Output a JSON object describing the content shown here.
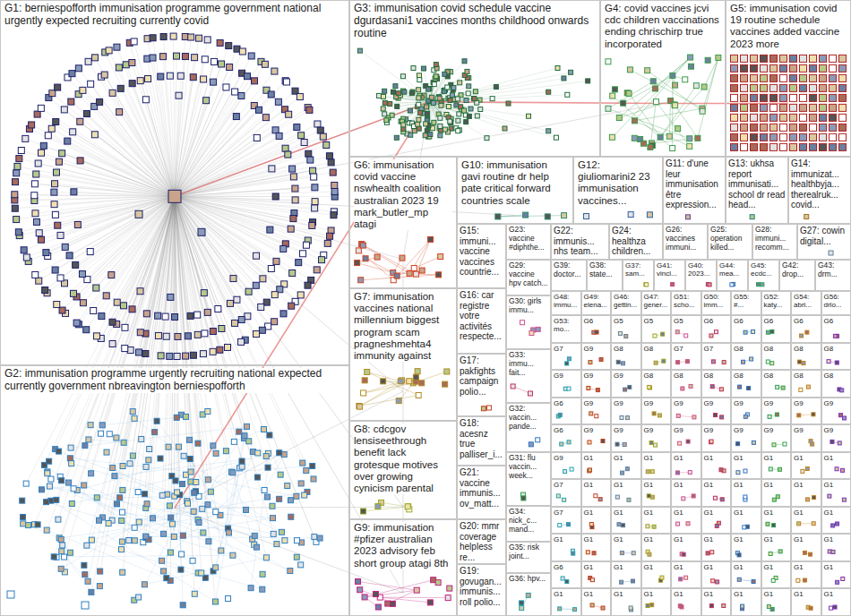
{
  "diagram": {
    "nodes": [
      {
        "text": [
          "G1: berniespofforth immunisation programme government national urgently expected recruiting currently covid"
        ]
      },
      {
        "text": [
          "G2: immunisation programme urgently recruiting national expected currently government nbreavington berniespofforth"
        ]
      },
      {
        "text": [
          "G3: immunisation covid schedule vaccine dgurdasani1 vaccines months childhood onwards routine"
        ]
      },
      {
        "text": [
          "G4: covid vaccines jcvi cdc children vaccinations ending chrischirp true incorporated"
        ]
      },
      {
        "text": [
          "G5: immunisation covid 19 routine schedule vaccines added vaccine 2023 more"
        ]
      },
      {
        "text": [
          "G6: immunisation covid vaccine nswhealth coalition australian 2023 19 mark_butler_mp atagi"
        ]
      },
      {
        "text": [
          "G10: immunisation gavi routine dr help pate critical forward countries scale"
        ]
      },
      {
        "text": [
          "G12: giuliomarini2 23 immunisation vaccines..."
        ]
      },
      {
        "text": [
          "G11: d'une leur immunisation être expression..."
        ]
      },
      {
        "text": [
          "G13: ukhsa report immunisati... school dr read head..."
        ]
      },
      {
        "text": [
          "G14: immunizat... healthbyja... therealruk... covid..."
        ]
      },
      {
        "text": [
          "G7: immunisation vaccines national millennium biggest program scam pragneshmehta4 immunity against"
        ]
      },
      {
        "text": [
          "G8: cdcgov lensiseethrough benefit lack grotesque motives over growing cynicism parental"
        ]
      },
      {
        "text": [
          "G9: immunisation #pfizer australian 2023 advisory feb short group atagi 8th"
        ]
      },
      {
        "text": [
          "G15: immuni... vaccine vaccines countrie..."
        ]
      },
      {
        "text": [
          "G16: car registre votre activités respecte..."
        ]
      },
      {
        "text": [
          "G17: pakfights campaign polio..."
        ]
      },
      {
        "text": [
          "G18: acesnz true palliser_i..."
        ]
      },
      {
        "text": [
          "G21: vaccine immunis... ov_matt..."
        ]
      },
      {
        "text": [
          "G20: mmr coverage helpless re..."
        ]
      },
      {
        "text": [
          "G19: govugan... immunis... roll polio..."
        ]
      },
      {
        "text": [
          "G23: vaccine #diphthe..."
        ]
      },
      {
        "text": [
          "G22: immunis... nhs team..."
        ]
      },
      {
        "text": [
          "G24: healthza children..."
        ]
      },
      {
        "text": [
          "G26: vaccines immuni..."
        ]
      },
      {
        "text": [
          "G25: operation killed..."
        ]
      },
      {
        "text": [
          "G28: immuni... recomm..."
        ]
      },
      {
        "text": [
          "G27: cowin digital..."
        ]
      },
      {
        "text": [
          "G29: vaccine hpv catch..."
        ]
      },
      {
        "text": [
          "G30: girls immu..."
        ]
      },
      {
        "text": [
          "G33: immu... fait..."
        ]
      },
      {
        "text": [
          "G32: vaccin... pande..."
        ]
      },
      {
        "text": [
          "G31: flu vaccin... week..."
        ]
      },
      {
        "text": [
          "G34: nick_c... mand..."
        ]
      },
      {
        "text": [
          "G35: risk joint..."
        ]
      },
      {
        "text": [
          "G36: hpv..."
        ]
      },
      {
        "text": [
          "G39: doctor..."
        ]
      },
      {
        "text": [
          "G38: state..."
        ]
      },
      {
        "text": [
          "G37: sam..."
        ]
      },
      {
        "text": [
          "G41: vincl..."
        ]
      },
      {
        "text": [
          "G40: 2023..."
        ]
      },
      {
        "text": [
          "G44: mea..."
        ]
      },
      {
        "text": [
          "G45: ecdc..."
        ]
      },
      {
        "text": [
          "G42: drop..."
        ]
      },
      {
        "text": [
          "G43: drm..."
        ]
      },
      {
        "text": [
          "G48: immu..."
        ]
      },
      {
        "text": [
          "G49: elena..."
        ]
      },
      {
        "text": [
          "G46: gettin..."
        ]
      },
      {
        "text": [
          "G47: gener..."
        ]
      },
      {
        "text": [
          "G51: scho..."
        ]
      },
      {
        "text": [
          "G50: imm..."
        ]
      },
      {
        "text": [
          "G55: #..."
        ]
      },
      {
        "text": [
          "G52: katy..."
        ]
      },
      {
        "text": [
          "G54: abri..."
        ]
      },
      {
        "text": [
          "G56: drlo..."
        ]
      },
      {
        "text": [
          "G53: mo..."
        ]
      },
      {
        "text": [
          "G6"
        ]
      },
      {
        "text": [
          "G5"
        ]
      },
      {
        "text": [
          "G5"
        ]
      },
      {
        "text": [
          "G5"
        ]
      },
      {
        "text": [
          "G6"
        ]
      },
      {
        "text": [
          "G6"
        ]
      },
      {
        "text": [
          "G6"
        ]
      },
      {
        "text": [
          "G6"
        ]
      },
      {
        "text": [
          "G6"
        ]
      },
      {
        "text": [
          "G7"
        ]
      },
      {
        "text": [
          "G9"
        ]
      },
      {
        "text": [
          "G8"
        ]
      },
      {
        "text": [
          "G8"
        ]
      },
      {
        "text": [
          "G7"
        ]
      },
      {
        "text": [
          "G7"
        ]
      },
      {
        "text": [
          "G8"
        ]
      },
      {
        "text": [
          "G8"
        ]
      },
      {
        "text": [
          "G8"
        ]
      },
      {
        "text": [
          "G8"
        ]
      },
      {
        "text": [
          "G9"
        ]
      },
      {
        "text": [
          "G9"
        ]
      },
      {
        "text": [
          "G9"
        ]
      },
      {
        "text": [
          "G8"
        ]
      },
      {
        "text": [
          "G8"
        ]
      },
      {
        "text": [
          "G8"
        ]
      },
      {
        "text": [
          "G8"
        ]
      },
      {
        "text": [
          "G8"
        ]
      },
      {
        "text": [
          "G8"
        ]
      },
      {
        "text": [
          "G8"
        ]
      },
      {
        "text": [
          "G6"
        ]
      },
      {
        "text": [
          "G9"
        ]
      },
      {
        "text": [
          "G9"
        ]
      },
      {
        "text": [
          "G9"
        ]
      },
      {
        "text": [
          "G9"
        ]
      },
      {
        "text": [
          "G9"
        ]
      },
      {
        "text": [
          "G9"
        ]
      },
      {
        "text": [
          "G9"
        ]
      },
      {
        "text": [
          "G9"
        ]
      },
      {
        "text": [
          "G9"
        ]
      },
      {
        "text": [
          "G6"
        ]
      },
      {
        "text": [
          "G9"
        ]
      },
      {
        "text": [
          "G9"
        ]
      },
      {
        "text": [
          "G9"
        ]
      },
      {
        "text": [
          "G9"
        ]
      },
      {
        "text": [
          "G9"
        ]
      },
      {
        "text": [
          "G9"
        ]
      },
      {
        "text": [
          "G9"
        ]
      },
      {
        "text": [
          "G9"
        ]
      },
      {
        "text": [
          "G9"
        ]
      },
      {
        "text": [
          "G9"
        ]
      },
      {
        "text": [
          "G1"
        ]
      },
      {
        "text": [
          "G1"
        ]
      },
      {
        "text": [
          "G1"
        ]
      },
      {
        "text": [
          "G1"
        ]
      },
      {
        "text": [
          "G1"
        ]
      },
      {
        "text": [
          "G1"
        ]
      },
      {
        "text": [
          "G1"
        ]
      },
      {
        "text": [
          "G1"
        ]
      },
      {
        "text": [
          "G1"
        ]
      },
      {
        "text": [
          "G7"
        ]
      },
      {
        "text": [
          "G1"
        ]
      },
      {
        "text": [
          "G1"
        ]
      },
      {
        "text": [
          "G1"
        ]
      },
      {
        "text": [
          "G1"
        ]
      },
      {
        "text": [
          "G1"
        ]
      },
      {
        "text": [
          "G1"
        ]
      },
      {
        "text": [
          "G1"
        ]
      },
      {
        "text": [
          "G1"
        ]
      },
      {
        "text": [
          "G1"
        ]
      },
      {
        "text": [
          "G7"
        ]
      },
      {
        "text": [
          "G1"
        ]
      },
      {
        "text": [
          "G1"
        ]
      },
      {
        "text": [
          "G1"
        ]
      },
      {
        "text": [
          "G1"
        ]
      },
      {
        "text": [
          "G1"
        ]
      },
      {
        "text": [
          "G1"
        ]
      },
      {
        "text": [
          "G1"
        ]
      },
      {
        "text": [
          "G1"
        ]
      },
      {
        "text": [
          "G1"
        ]
      },
      {
        "text": [
          "G1"
        ]
      },
      {
        "text": [
          "G1"
        ]
      },
      {
        "text": [
          "G1"
        ]
      },
      {
        "text": [
          "G1"
        ]
      },
      {
        "text": [
          "G1"
        ]
      },
      {
        "text": [
          "G1"
        ]
      },
      {
        "text": [
          "G1"
        ]
      },
      {
        "text": [
          "G1"
        ]
      },
      {
        "text": [
          "G1"
        ]
      },
      {
        "text": [
          "G1"
        ]
      },
      {
        "text": [
          "G6"
        ]
      },
      {
        "text": [
          "G1"
        ]
      },
      {
        "text": [
          "G1"
        ]
      },
      {
        "text": [
          "G1"
        ]
      },
      {
        "text": [
          "G1"
        ]
      },
      {
        "text": [
          "G1"
        ]
      },
      {
        "text": [
          "G1"
        ]
      },
      {
        "text": [
          "G1"
        ]
      },
      {
        "text": [
          "G1"
        ]
      },
      {
        "text": [
          "G1"
        ]
      },
      {
        "text": [
          "G1"
        ]
      },
      {
        "text": [
          "G1"
        ]
      },
      {
        "text": [
          "G1"
        ]
      },
      {
        "text": [
          "G1"
        ]
      },
      {
        "text": [
          "G1"
        ]
      },
      {
        "text": [
          "G1"
        ]
      },
      {
        "text": [
          "G1"
        ]
      },
      {
        "text": [
          "G1"
        ]
      },
      {
        "text": [
          "G1"
        ]
      },
      {
        "text": [
          "G1"
        ]
      }
    ]
  }
}
